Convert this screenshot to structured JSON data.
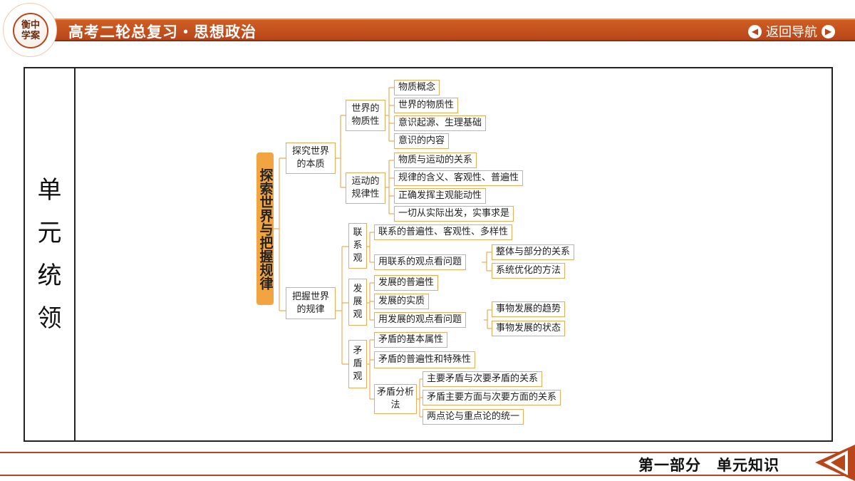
{
  "header": {
    "logo_line1": "衡中",
    "logo_line2": "学案",
    "title": "高考二轮总复习・思想政治",
    "nav_label": "返回导航"
  },
  "side_label": [
    "单",
    "元",
    "统",
    "领"
  ],
  "mindmap": {
    "root": "探索世界与把握规律",
    "l1": [
      "探究世界的本质",
      "把握世界的规律"
    ],
    "l2": [
      "世界的物质性",
      "运动的规律性",
      "联系观",
      "发展观",
      "矛盾观"
    ],
    "l3": [
      "物质概念",
      "世界的物质性",
      "意识起源、生理基础",
      "意识的内容",
      "物质与运动的关系",
      "规律的含义、客观性、普遍性",
      "正确发挥主观能动性",
      "一切从实际出发，实事求是",
      "联系的普遍性、客观性、多样性",
      "用联系的观点看问题",
      "发展的普遍性",
      "发展的实质",
      "用发展的观点看问题",
      "矛盾的基本属性",
      "矛盾的普遍性和特殊性",
      "矛盾分析法"
    ],
    "l4": [
      "整体与部分的关系",
      "系统优化的方法",
      "事物发展的趋势",
      "事物发展的状态",
      "主要矛盾与次要矛盾的关系",
      "矛盾主要方面与次要方面的关系",
      "两点论与重点论的统一"
    ]
  },
  "footer": {
    "text": "第一部分　单元知识"
  },
  "colors": {
    "accent": "#b8461a",
    "root": "#f2a440",
    "border": "#e8ad5a"
  }
}
